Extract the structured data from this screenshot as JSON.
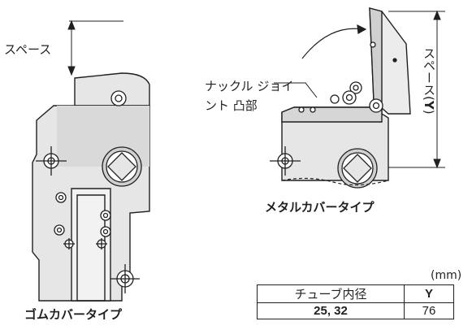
{
  "left_figure": {
    "space_label": "スペース",
    "caption": "ゴムカバータイプ"
  },
  "right_figure": {
    "callout": "ナックル ジョイント 凸部",
    "dimension_label": "スペース",
    "dimension_symbol": "Y",
    "caption": "メタルカバータイプ"
  },
  "table": {
    "unit": "(mm)",
    "headers": [
      "チューブ内径",
      "Y"
    ],
    "rows": [
      {
        "bore": "25, 32",
        "y": "76"
      }
    ]
  },
  "colors": {
    "line": "#231f20",
    "fill": "#e6e6e6",
    "fill_dark": "#c8c8c8"
  }
}
